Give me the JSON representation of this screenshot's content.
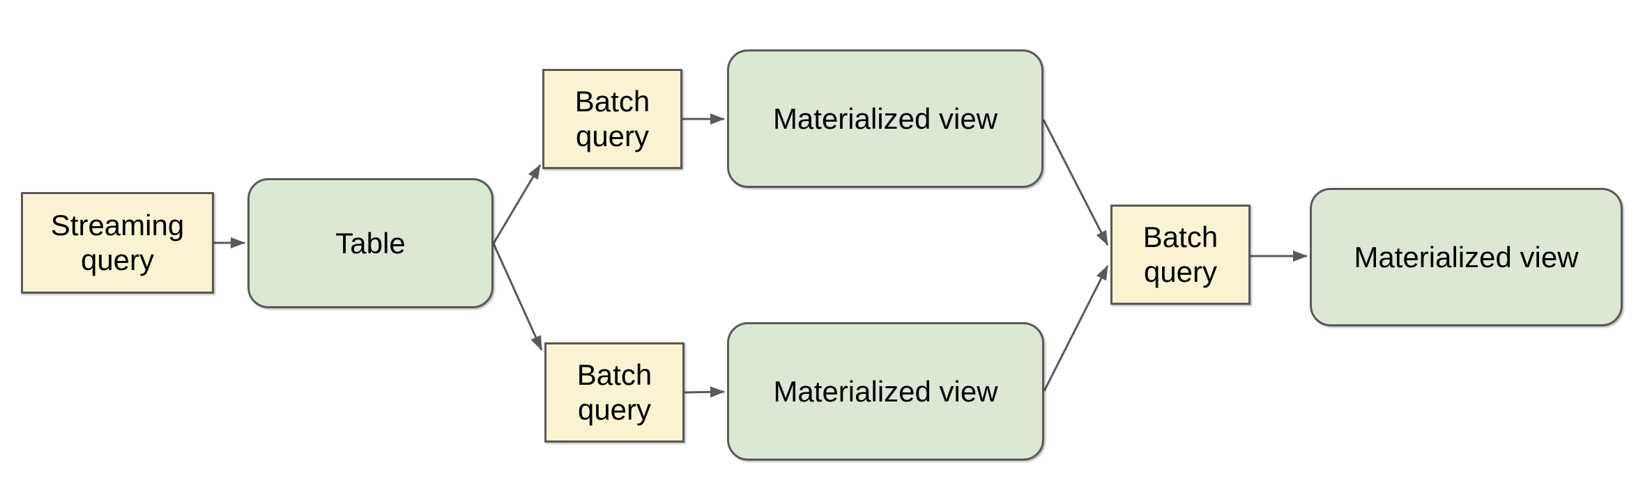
{
  "styles": {
    "query_fill": "#faf2d0",
    "view_fill": "#dbe8d4",
    "border_color": "#595959",
    "arrow_color": "#595959",
    "text_color": "#000000",
    "background": "#ffffff"
  },
  "nodes": {
    "streaming_query": {
      "label": "Streaming query",
      "kind": "query"
    },
    "table": {
      "label": "Table",
      "kind": "view"
    },
    "batch_query_top": {
      "label": "Batch query",
      "kind": "query"
    },
    "materialized_view_top": {
      "label": "Materialized view",
      "kind": "view"
    },
    "batch_query_bottom": {
      "label": "Batch query",
      "kind": "query"
    },
    "materialized_view_bottom": {
      "label": "Materialized view",
      "kind": "view"
    },
    "batch_query_right": {
      "label": "Batch query",
      "kind": "query"
    },
    "materialized_view_right": {
      "label": "Materialized view",
      "kind": "view"
    }
  },
  "edges": [
    {
      "from": "streaming_query",
      "to": "table"
    },
    {
      "from": "table",
      "to": "batch_query_top"
    },
    {
      "from": "table",
      "to": "batch_query_bottom"
    },
    {
      "from": "batch_query_top",
      "to": "materialized_view_top"
    },
    {
      "from": "batch_query_bottom",
      "to": "materialized_view_bottom"
    },
    {
      "from": "materialized_view_top",
      "to": "batch_query_right"
    },
    {
      "from": "materialized_view_bottom",
      "to": "batch_query_right"
    },
    {
      "from": "batch_query_right",
      "to": "materialized_view_right"
    }
  ]
}
